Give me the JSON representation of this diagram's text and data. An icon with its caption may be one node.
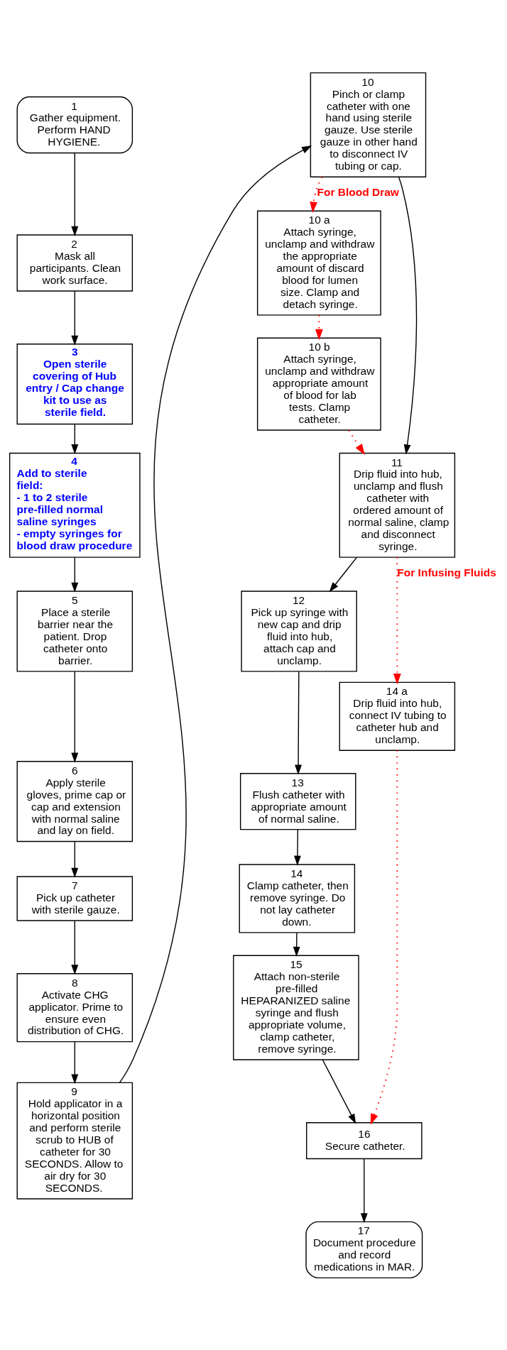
{
  "diagram": {
    "nodes": [
      {
        "text": [
          "1",
          "Gather equipment. Perform HAND HYGIENE."
        ]
      },
      {
        "text": [
          "2",
          "Mask all participants. Clean work surface."
        ]
      },
      {
        "text": [
          "3",
          "Open sterile covering of Hub entry / Cap change kit to use as sterile field."
        ]
      },
      {
        "text": [
          "4",
          "Add to sterile field:",
          "- 1 to 2 sterile pre-filled normal saline syringes",
          "- empty syringes for blood draw procedure"
        ]
      },
      {
        "text": [
          "5",
          "Place a sterile barrier near the patient. Drop catheter onto barrier."
        ]
      },
      {
        "text": [
          "6",
          "Apply sterile gloves, prime cap or cap and extension with normal saline and lay on field."
        ]
      },
      {
        "text": [
          "7",
          "Pick up catheter with sterile gauze."
        ]
      },
      {
        "text": [
          "8",
          "Activate CHG applicator. Prime to ensure even distribution of CHG."
        ]
      },
      {
        "text": [
          "9",
          "Hold applicator in a horizontal position and perform sterile scrub to HUB of catheter for 30 SECONDS. Allow to air dry for 30 SECONDS."
        ]
      },
      {
        "text": [
          "10",
          "Pinch or clamp catheter with one hand using sterile gauze. Use sterile gauze in other hand to disconnect IV tubing or cap."
        ]
      },
      {
        "text": [
          "10 a",
          "Attach syringe, unclamp and withdraw the appropriate amount of discard blood for lumen size. Clamp and detach syringe."
        ]
      },
      {
        "text": [
          "10 b",
          "Attach syringe, unclamp and withdraw appropriate amount of blood for lab tests. Clamp catheter."
        ]
      },
      {
        "text": [
          "11",
          "Drip fluid into hub, unclamp and flush catheter with ordered amount of normal saline, clamp and disconnect syringe."
        ]
      },
      {
        "text": [
          "12",
          "Pick up syringe with new cap and drip fluid into hub, attach cap and unclamp."
        ]
      },
      {
        "text": [
          "13",
          "Flush catheter with appropriate amount of normal saline."
        ]
      },
      {
        "text": [
          "14",
          "Clamp catheter, then remove syringe. Do not lay catheter down."
        ]
      },
      {
        "text": [
          "15",
          "Attach non-sterile pre-filled HEPARANIZED saline syringe and flush appropriate volume, clamp catheter, remove syringe."
        ]
      },
      {
        "text": [
          "16",
          "Secure catheter."
        ]
      },
      {
        "text": [
          "17",
          "Document procedure and record medications in MAR."
        ]
      },
      {
        "text": [
          "14 a",
          "Drip fluid into hub, connect IV tubing to catheter hub and unclamp."
        ]
      }
    ],
    "edges": [
      {
        "from": 0,
        "to": 1,
        "arrow": "to"
      },
      {
        "from": 1,
        "to": 2,
        "arrow": "to"
      },
      {
        "from": 2,
        "to": 3,
        "arrow": "to"
      },
      {
        "from": 3,
        "to": 4,
        "arrow": "to"
      },
      {
        "from": 4,
        "to": 5,
        "arrow": "to"
      },
      {
        "from": 5,
        "to": 6,
        "arrow": "to"
      },
      {
        "from": 6,
        "to": 7,
        "arrow": "to"
      },
      {
        "from": 7,
        "to": 8,
        "arrow": "to"
      },
      {
        "from": 8,
        "to": 9,
        "arrow": "to"
      },
      {
        "from": 9,
        "to": 12,
        "arrow": "to"
      },
      {
        "from": 9,
        "to": 10,
        "arrow": "to",
        "label": "For Blood Draw",
        "style": "dashed",
        "color": "#ff0000"
      },
      {
        "from": 10,
        "to": 11,
        "arrow": "to",
        "style": "dashed",
        "color": "#ff0000"
      },
      {
        "from": 11,
        "to": 12,
        "arrow": "to",
        "style": "dashed",
        "color": "#ff0000"
      },
      {
        "from": 12,
        "to": 13,
        "arrow": "to"
      },
      {
        "from": 12,
        "to": 19,
        "arrow": "to",
        "label": "For Infusing Fluids",
        "style": "dashed",
        "color": "#ff0000"
      },
      {
        "from": 13,
        "to": 14,
        "arrow": "to"
      },
      {
        "from": 14,
        "to": 15,
        "arrow": "to"
      },
      {
        "from": 15,
        "to": 16,
        "arrow": "to"
      },
      {
        "from": 16,
        "to": 17,
        "arrow": "to"
      },
      {
        "from": 19,
        "to": 17,
        "arrow": "to",
        "style": "dashed",
        "color": "#ff0000"
      },
      {
        "from": 17,
        "to": 18,
        "arrow": "to"
      }
    ]
  }
}
